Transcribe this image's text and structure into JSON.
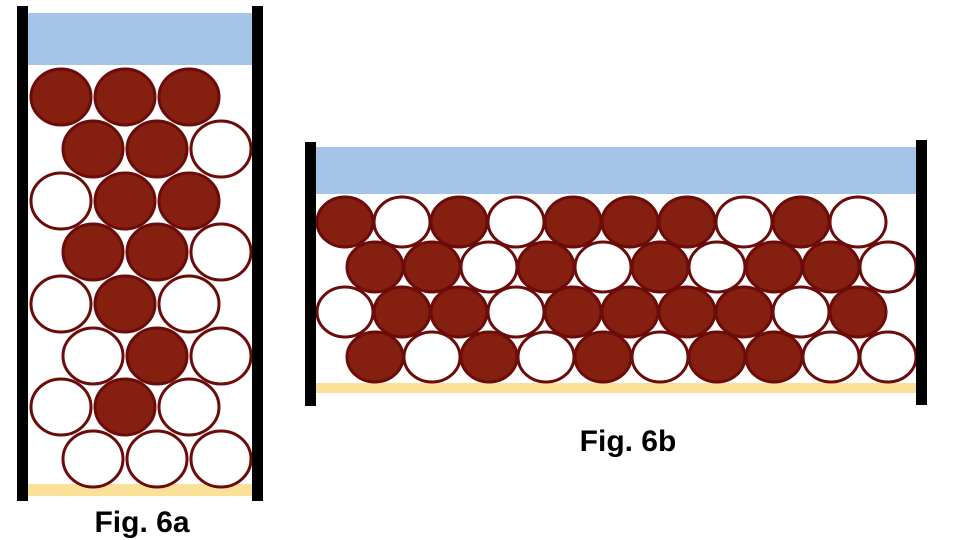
{
  "colors": {
    "water": "#a4c5e8",
    "base": "#fbe09a",
    "wall": "#000000",
    "outline": "#6b0c0a",
    "filled": "#851f10",
    "empty": "#ffffff"
  },
  "figures": [
    {
      "id": "6a",
      "caption": "Fig. 6a",
      "rows": [
        [
          1,
          1,
          1
        ],
        [
          1,
          1,
          0
        ],
        [
          0,
          1,
          1
        ],
        [
          1,
          1,
          0
        ],
        [
          0,
          1,
          0
        ],
        [
          0,
          1,
          0
        ],
        [
          0,
          1,
          0
        ],
        [
          0,
          0,
          0
        ]
      ]
    },
    {
      "id": "6b",
      "caption": "Fig. 6b",
      "rows": [
        [
          1,
          0,
          1,
          0,
          1,
          1,
          1,
          0,
          1,
          0
        ],
        [
          1,
          1,
          0,
          1,
          0,
          1,
          0,
          1,
          1,
          0
        ],
        [
          0,
          1,
          1,
          0,
          1,
          1,
          1,
          1,
          0,
          1
        ],
        [
          1,
          0,
          1,
          0,
          1,
          0,
          1,
          1,
          0,
          0
        ]
      ]
    }
  ]
}
